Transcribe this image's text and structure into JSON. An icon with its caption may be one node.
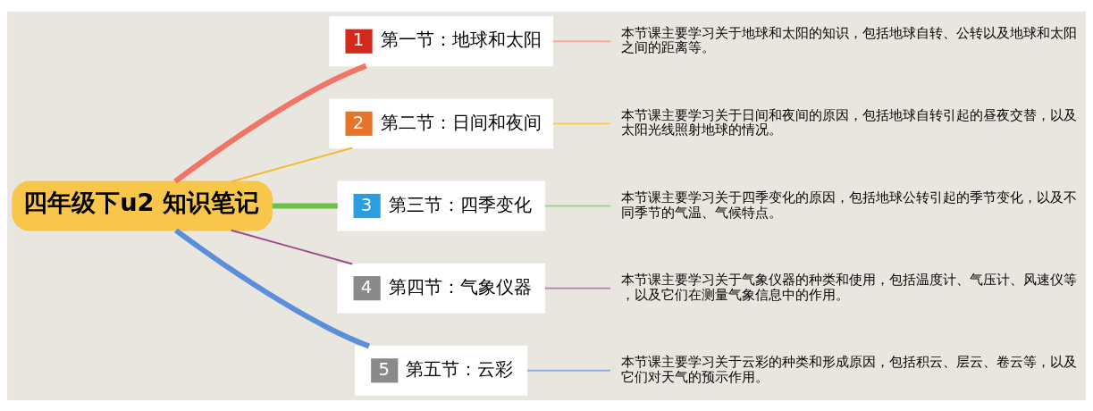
{
  "diagram": {
    "nodes": [
      {
        "text": [
          "四年级下u2 知识笔记"
        ]
      },
      {
        "text": [
          "1",
          "第一节：地球和太阳"
        ]
      },
      {
        "text": [
          "本节课主要学习关于地球和太阳的知识，包括地球自转、公转以及地球和太阳之间的距离等。"
        ]
      },
      {
        "text": [
          "2",
          "第二节：日间和夜间"
        ]
      },
      {
        "text": [
          "本节课主要学习关于日间和夜间的原因，包括地球自转引起的昼夜交替，以及太阳光线照射地球的情况。"
        ]
      },
      {
        "text": [
          "3",
          "第三节：四季变化"
        ]
      },
      {
        "text": [
          "本节课主要学习关于四季变化的原因，包括地球公转引起的季节变化，以及不同季节的气温、气候特点。"
        ]
      },
      {
        "text": [
          "4",
          "第四节：气象仪器"
        ]
      },
      {
        "text": [
          "本节课主要学习关于气象仪器的种类和使用，包括温度计、气压计、风速仪等，以及它们在测量气象信息中的作用。"
        ]
      },
      {
        "text": [
          "5",
          "第五节：云彩"
        ]
      },
      {
        "text": [
          "本节课主要学习关于云彩的种类和形成原因，包括积云、层云、卷云等，以及它们对天气的预示作用。"
        ]
      }
    ],
    "edges": [
      {
        "from": 0,
        "to": 1,
        "arrow": "none",
        "style": "thick",
        "color": "#f07565"
      },
      {
        "from": 1,
        "to": 2,
        "arrow": "none",
        "color": "#f4a89e"
      },
      {
        "from": 0,
        "to": 3,
        "arrow": "none",
        "color": "#f5b82e"
      },
      {
        "from": 3,
        "to": 4,
        "arrow": "none",
        "color": "#f5c95e"
      },
      {
        "from": 0,
        "to": 5,
        "arrow": "none",
        "style": "thick",
        "color": "#6cc04a"
      },
      {
        "from": 5,
        "to": 6,
        "arrow": "none",
        "color": "#9ad58a"
      },
      {
        "from": 0,
        "to": 7,
        "arrow": "none",
        "color": "#9b4d8a"
      },
      {
        "from": 7,
        "to": 8,
        "arrow": "none",
        "color": "#b57fb0"
      },
      {
        "from": 0,
        "to": 9,
        "arrow": "none",
        "style": "thick",
        "color": "#5b8fd9"
      },
      {
        "from": 9,
        "to": 10,
        "arrow": "none",
        "color": "#8fb0dd"
      }
    ]
  }
}
